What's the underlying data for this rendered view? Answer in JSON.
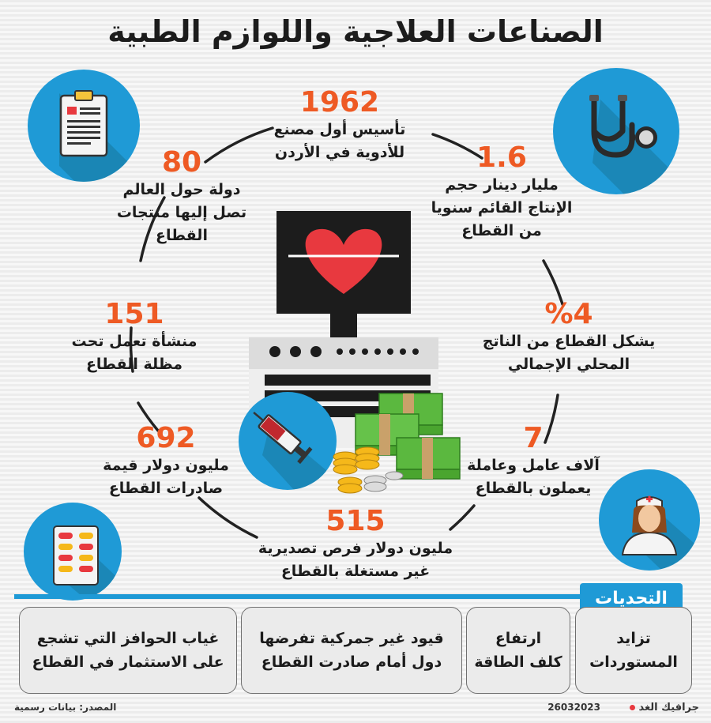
{
  "title": "الصناعات العلاجية واللوازم الطبية",
  "stats": {
    "s1962": {
      "value": "1962",
      "line1": "تأسيس أول مصنع",
      "line2": "للأدوية في الأردن"
    },
    "s16": {
      "value": "1.6",
      "line1": "مليار دينار حجم",
      "line2": "الإنتاج القائم سنويا",
      "line3": "من القطاع"
    },
    "s4": {
      "value": "%4",
      "line1": "يشكل القطاع من الناتج",
      "line2": "المحلي الإجمالي"
    },
    "s7": {
      "value": "7",
      "line1": "آلاف عامل وعاملة",
      "line2": "يعملون بالقطاع"
    },
    "s515": {
      "value": "515",
      "line1": "مليون دولار فرص تصديرية",
      "line2": "غير مستغلة بالقطاع"
    },
    "s692": {
      "value": "692",
      "line1": "مليون دولار قيمة",
      "line2": "صادرات القطاع"
    },
    "s151": {
      "value": "151",
      "line1": "منشأة  تعمل تحت",
      "line2": "مظلة القطاع"
    },
    "s80": {
      "value": "80",
      "line1": "دولة حول العالم",
      "line2": "تصل إليها منتجات",
      "line3": "القطاع"
    }
  },
  "challenges": {
    "label": "التحديات",
    "items": [
      {
        "line1": "تزايد",
        "line2": "المستوردات"
      },
      {
        "line1": "ارتفاع",
        "line2": "كلف الطاقة"
      },
      {
        "line1": "قيود غير جمركية تفرضها",
        "line2": "دول أمام صادرت القطاع"
      },
      {
        "line1": "غياب الحوافز التي تشجع",
        "line2": "على الاستثمار في القطاع"
      }
    ]
  },
  "footer": {
    "credit": "جرافيك الغد",
    "date": "26032023",
    "source": "المصدر: بيانات رسمية"
  },
  "colors": {
    "accent_blue": "#1f9ad6",
    "number_orange": "#ee5a24",
    "heart_red": "#e8393f",
    "money_green": "#5bb83f",
    "coin_gold": "#f5b81a"
  },
  "icons": [
    "clipboard-icon",
    "stethoscope-icon",
    "syringe-icon",
    "nurse-icon",
    "pills-icon",
    "heart-monitor-icon",
    "money-icon",
    "coins-icon"
  ]
}
